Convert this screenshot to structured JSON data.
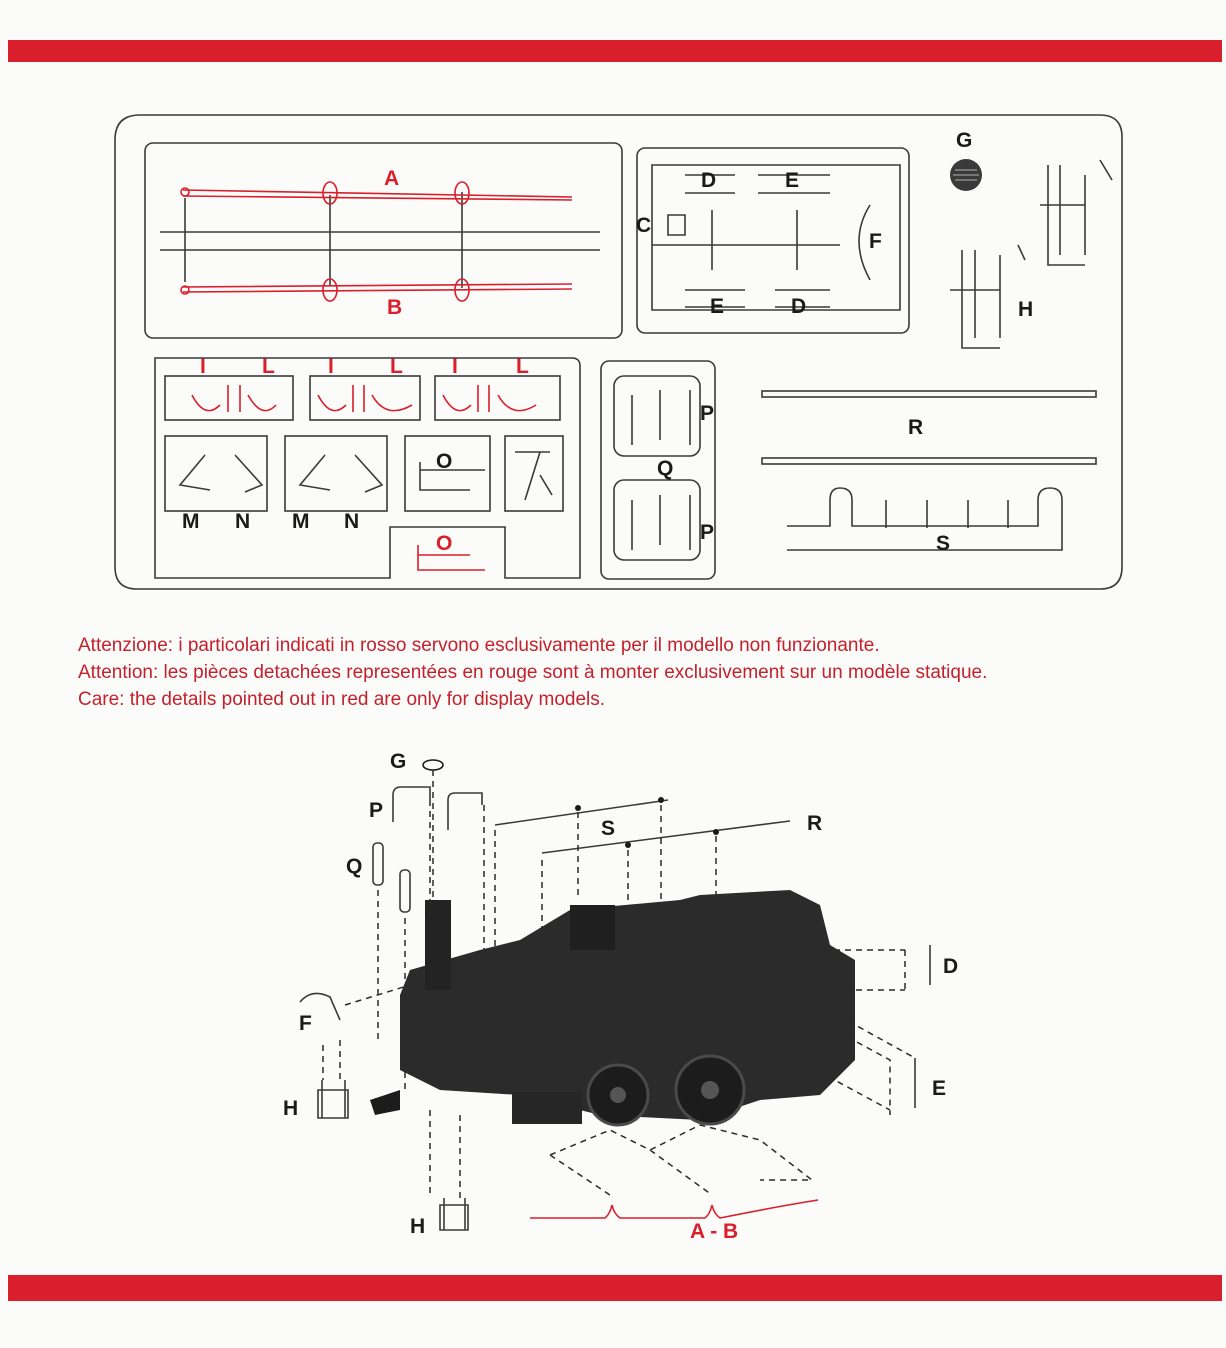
{
  "colors": {
    "accent": "#d91f2b",
    "ink": "#1a1a1a",
    "paper": "#fbfbf9"
  },
  "sprue": {
    "labels": {
      "A": "A",
      "B": "B",
      "C": "C",
      "D1": "D",
      "E1": "E",
      "F": "F",
      "E2": "E",
      "D2": "D",
      "G": "G",
      "H": "H",
      "I1": "I",
      "L1": "L",
      "I2": "I",
      "L2": "L",
      "I3": "I",
      "L3": "L",
      "M1": "M",
      "N1": "N",
      "M2": "M",
      "N2": "N",
      "O1": "O",
      "O2": "O",
      "P1": "P",
      "Q": "Q",
      "P2": "P",
      "R": "R",
      "S": "S"
    },
    "red_parts": [
      "A",
      "B",
      "I",
      "L",
      "O"
    ]
  },
  "notes": [
    "Attenzione: i particolari indicati in rosso servono esclusivamente per il modello non funzionante.",
    "Attention: les pièces detachées representées en rouge sont à monter exclusivement sur un modèle statique.",
    "Care: the details pointed out in red are only for display models."
  ],
  "assembly": {
    "labels": {
      "G": "G",
      "P": "P",
      "Q": "Q",
      "S": "S",
      "R": "R",
      "D": "D",
      "F": "F",
      "E": "E",
      "H1": "H",
      "H2": "H",
      "AB": "A - B"
    }
  }
}
